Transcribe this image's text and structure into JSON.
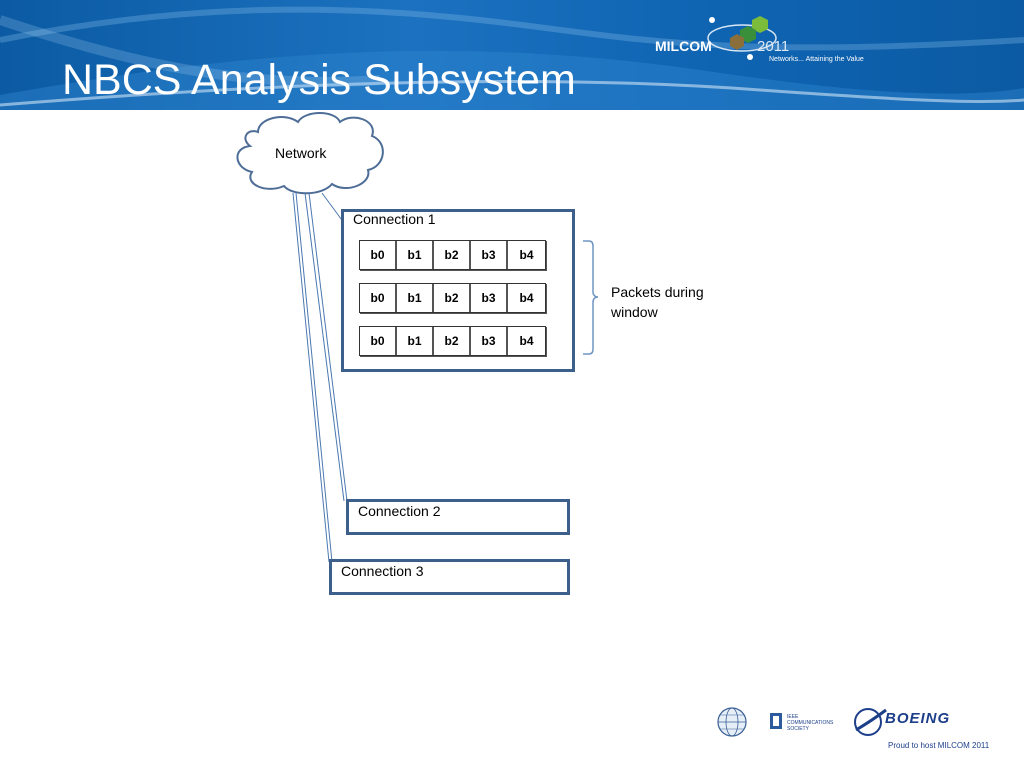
{
  "header": {
    "title": "NBCS Analysis Subsystem",
    "logo_name": "MILCOM",
    "logo_year": "2011",
    "logo_tagline": "Networks... Attaining the Value",
    "colors": {
      "band": "#0b5aa3",
      "band_light": "#1c72c0"
    }
  },
  "diagram": {
    "network_label": "Network",
    "connection_1": {
      "label": "Connection 1",
      "packets": [
        [
          "b0",
          "b1",
          "b2",
          "b3",
          "b4"
        ],
        [
          "b0",
          "b1",
          "b2",
          "b3",
          "b4"
        ],
        [
          "b0",
          "b1",
          "b2",
          "b3",
          "b4"
        ]
      ]
    },
    "brace_label": "Packets during window",
    "connection_2": {
      "label": "Connection 2"
    },
    "connection_3": {
      "label": "Connection 3"
    },
    "colors": {
      "box_border": "#3d5f8c",
      "link_line": "#4a78b0"
    }
  },
  "footer": {
    "ieee_label": "IEEE COMMUNICATIONS SOCIETY",
    "boeing_label": "BOEING",
    "proud_text": "Proud to host MILCOM 2011",
    "icons": [
      "afcea-globe-icon",
      "ieee-comsoc-icon",
      "boeing-logo-icon"
    ]
  }
}
